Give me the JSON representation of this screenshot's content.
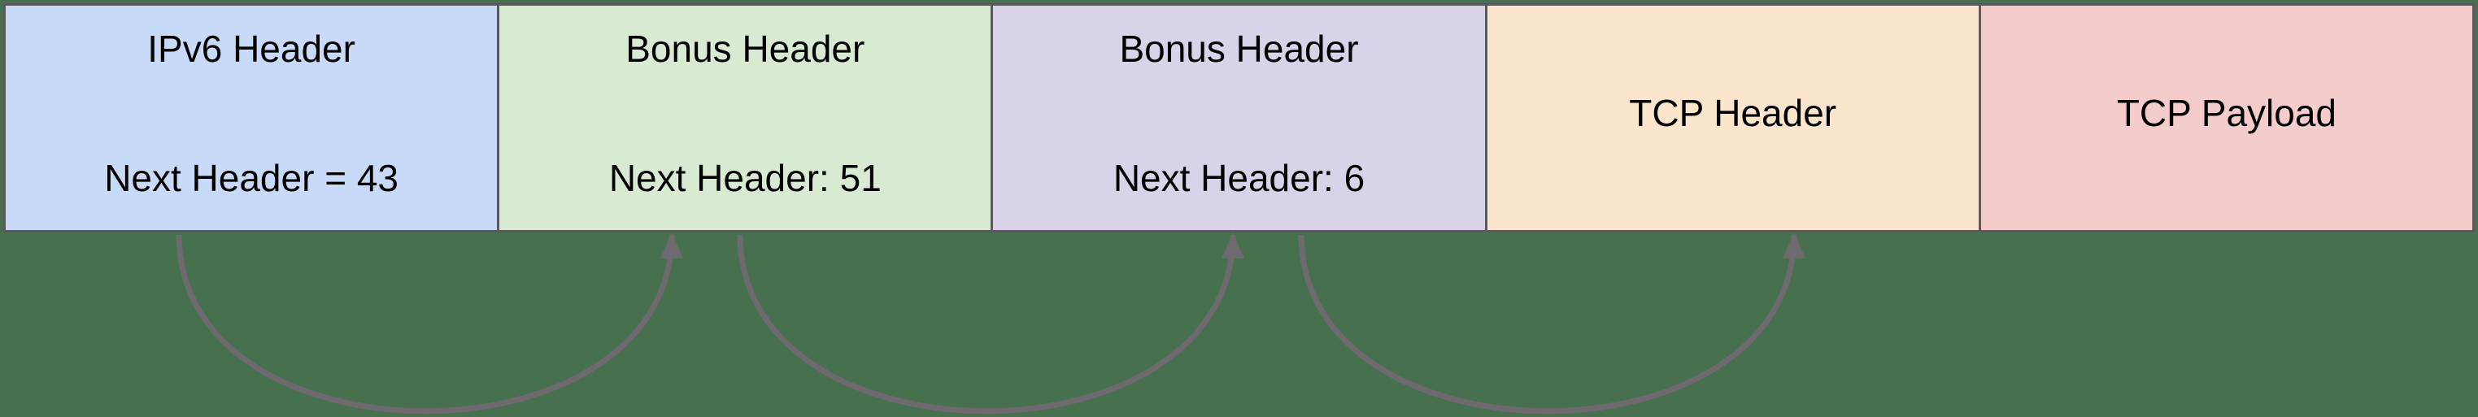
{
  "diagram": {
    "title_implied": "IPv6 extension header chaining",
    "colors": {
      "background": "#47704e",
      "box_border": "#5a585c",
      "arrow": "#6e6a70",
      "text": "#000000",
      "ipv6_fill": "#c9daf8",
      "bonus1_fill": "#d9ead3",
      "bonus2_fill": "#d9d2e9",
      "tcp_header_fill": "#fce5cd",
      "tcp_payload_fill": "#f4cccc"
    },
    "boxes": [
      {
        "id": "ipv6-header",
        "line1": "IPv6 Header",
        "line2": "Next Header = 43",
        "fill": "#c9daf8"
      },
      {
        "id": "bonus-header-1",
        "line1": "Bonus Header",
        "line2": "Next Header: 51",
        "fill": "#d9ead3"
      },
      {
        "id": "bonus-header-2",
        "line1": "Bonus Header",
        "line2": "Next Header: 6",
        "fill": "#d9d2e9"
      },
      {
        "id": "tcp-header",
        "line1": "TCP Header",
        "line2": "",
        "fill": "#fce5cd"
      },
      {
        "id": "tcp-payload",
        "line1": "TCP Payload",
        "line2": "",
        "fill": "#f4cccc"
      }
    ],
    "arrows": [
      {
        "from": "ipv6-header",
        "to": "bonus-header-1",
        "meaning": "Next Header 43 points to first bonus header"
      },
      {
        "from": "bonus-header-1",
        "to": "bonus-header-2",
        "meaning": "Next Header 51 points to second bonus header"
      },
      {
        "from": "bonus-header-2",
        "to": "tcp-header",
        "meaning": "Next Header 6 points to TCP header"
      }
    ]
  }
}
